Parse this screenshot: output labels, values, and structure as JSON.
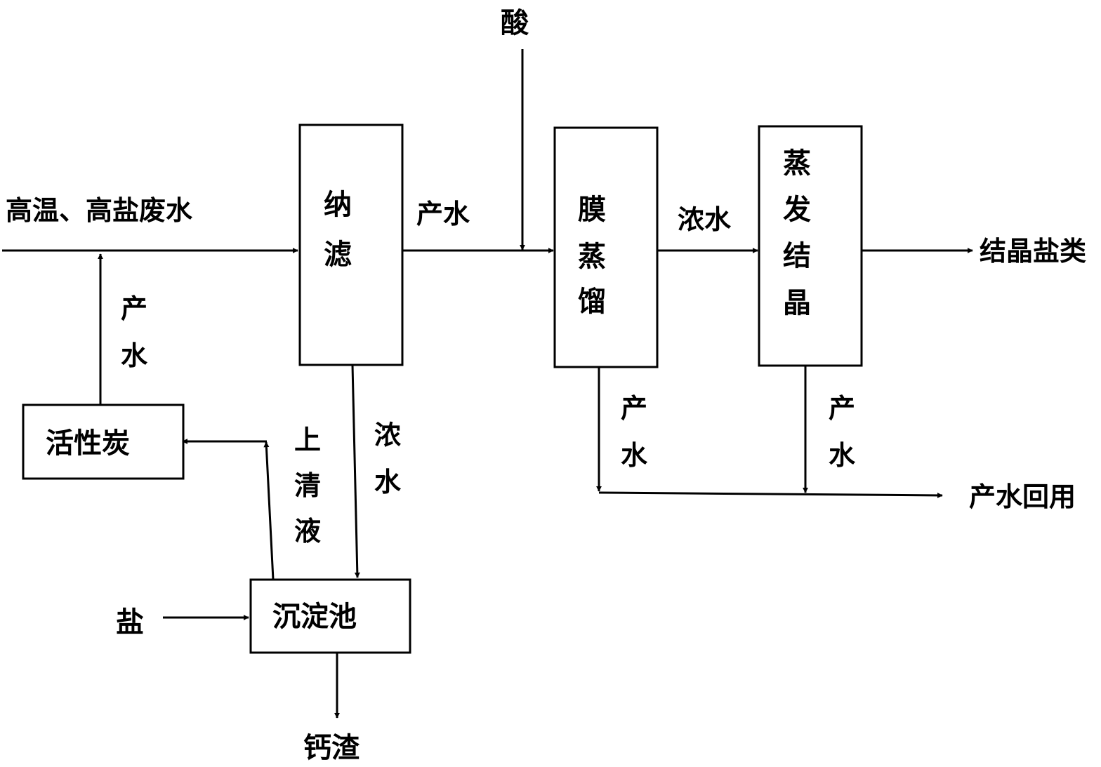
{
  "inputs": {
    "feed": "高温、高盐废水",
    "acid": "酸",
    "salt": "盐"
  },
  "units": {
    "nanofiltration": [
      "纳",
      "滤"
    ],
    "membrane_distillation": [
      "膜",
      "蒸",
      "馏"
    ],
    "evaporative_crystallization": [
      "蒸",
      "发",
      "结",
      "晶"
    ],
    "activated_carbon": "活性炭",
    "sedimentation_tank": "沉淀池"
  },
  "streams": {
    "nf_permeate": "产水",
    "nf_concentrate": [
      "浓",
      "水"
    ],
    "md_concentrate": "浓水",
    "supernatant": [
      "上",
      "清",
      "液"
    ],
    "ac_product_water": [
      "产",
      "水"
    ],
    "md_product_water": [
      "产",
      "水"
    ],
    "ec_product_water": [
      "产",
      "水"
    ]
  },
  "outputs": {
    "crystal_salts": "结晶盐类",
    "water_reuse": "产水回用",
    "calcium_residue": "钙渣"
  }
}
